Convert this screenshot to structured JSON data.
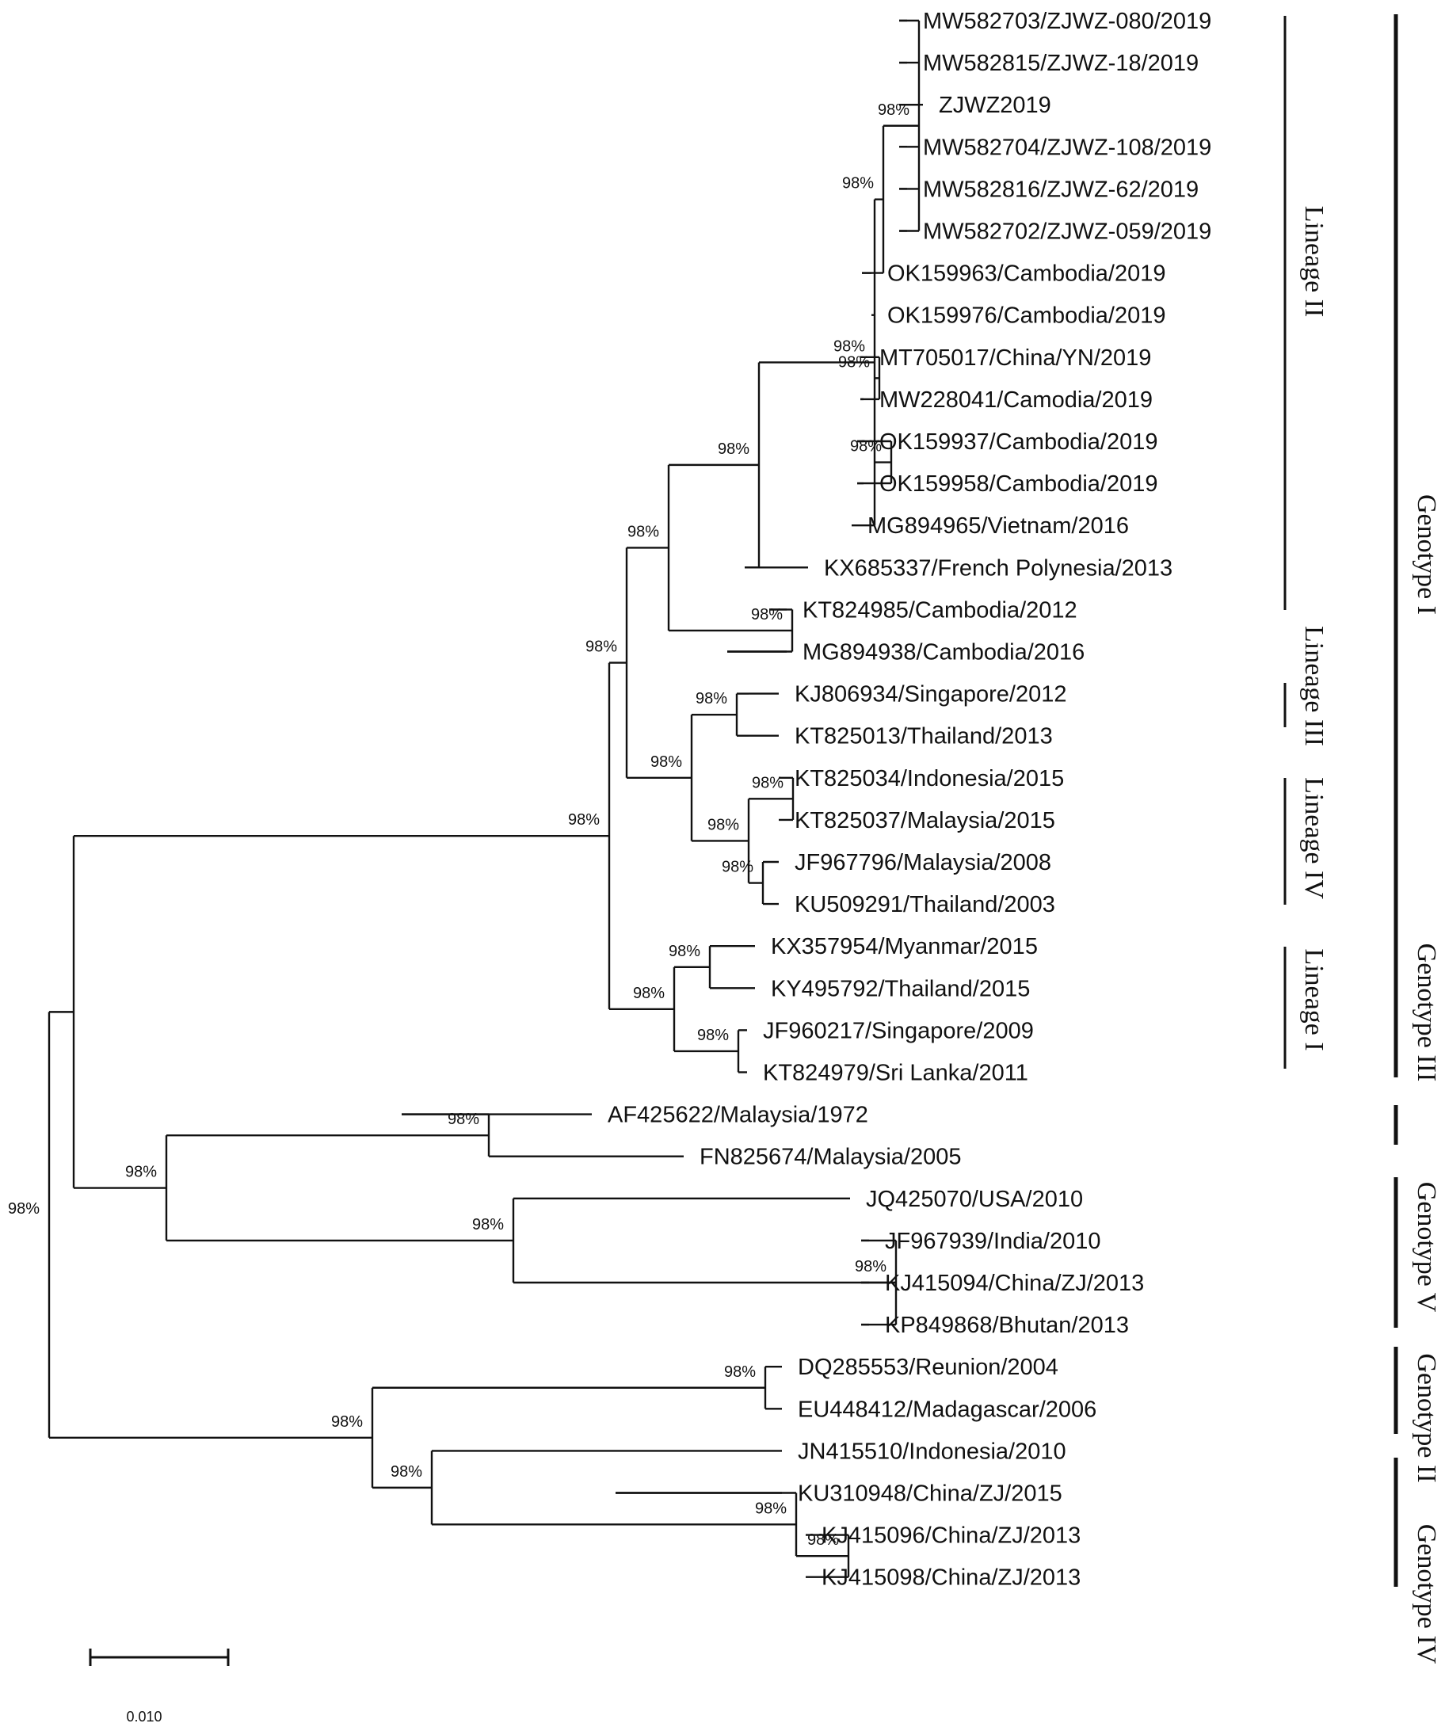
{
  "tree": {
    "labels": [
      "MW582703/ZJWZ-080/2019",
      "MW582815/ZJWZ-18/2019",
      "ZJWZ2019",
      "MW582704/ZJWZ-108/2019",
      "MW582816/ZJWZ-62/2019",
      "MW582702/ZJWZ-059/2019",
      "OK159963/Cambodia/2019",
      "OK159976/Cambodia/2019",
      "MT705017/China/YN/2019",
      "MW228041/Camodia/2019",
      "OK159937/Cambodia/2019",
      "OK159958/Cambodia/2019",
      "MG894965/Vietnam/2016",
      "KX685337/French Polynesia/2013",
      "KT824985/Cambodia/2012",
      "MG894938/Cambodia/2016",
      "KJ806934/Singapore/2012",
      "KT825013/Thailand/2013",
      "KT825034/Indonesia/2015",
      "KT825037/Malaysia/2015",
      "JF967796/Malaysia/2008",
      "KU509291/Thailand/2003",
      "KX357954/Myanmar/2015",
      "KY495792/Thailand/2015",
      "JF960217/Singapore/2009",
      "KT824979/Sri Lanka/2011",
      "AF425622/Malaysia/1972",
      "FN825674/Malaysia/2005",
      "JQ425070/USA/2010",
      "JF967939/India/2010",
      "KJ415094/China/ZJ/2013",
      "KP849868/Bhutan/2013",
      "DQ285553/Reunion/2004",
      "EU448412/Madagascar/2006",
      "JN415510/Indonesia/2010",
      "KU310948/China/ZJ/2015",
      "KJ415096/China/ZJ/2013",
      "KJ415098/China/ZJ/2013"
    ],
    "bootstrap_label": "98%",
    "scale_bar_value": "0.010"
  },
  "groups": {
    "lineages": [
      "Lineage II",
      "Lineage III",
      "Lineage IV",
      "Lineage I"
    ],
    "genotypes": [
      "Genotype I",
      "Genotype III",
      "Genotype V",
      "Genotype II",
      "Genotype IV"
    ]
  }
}
